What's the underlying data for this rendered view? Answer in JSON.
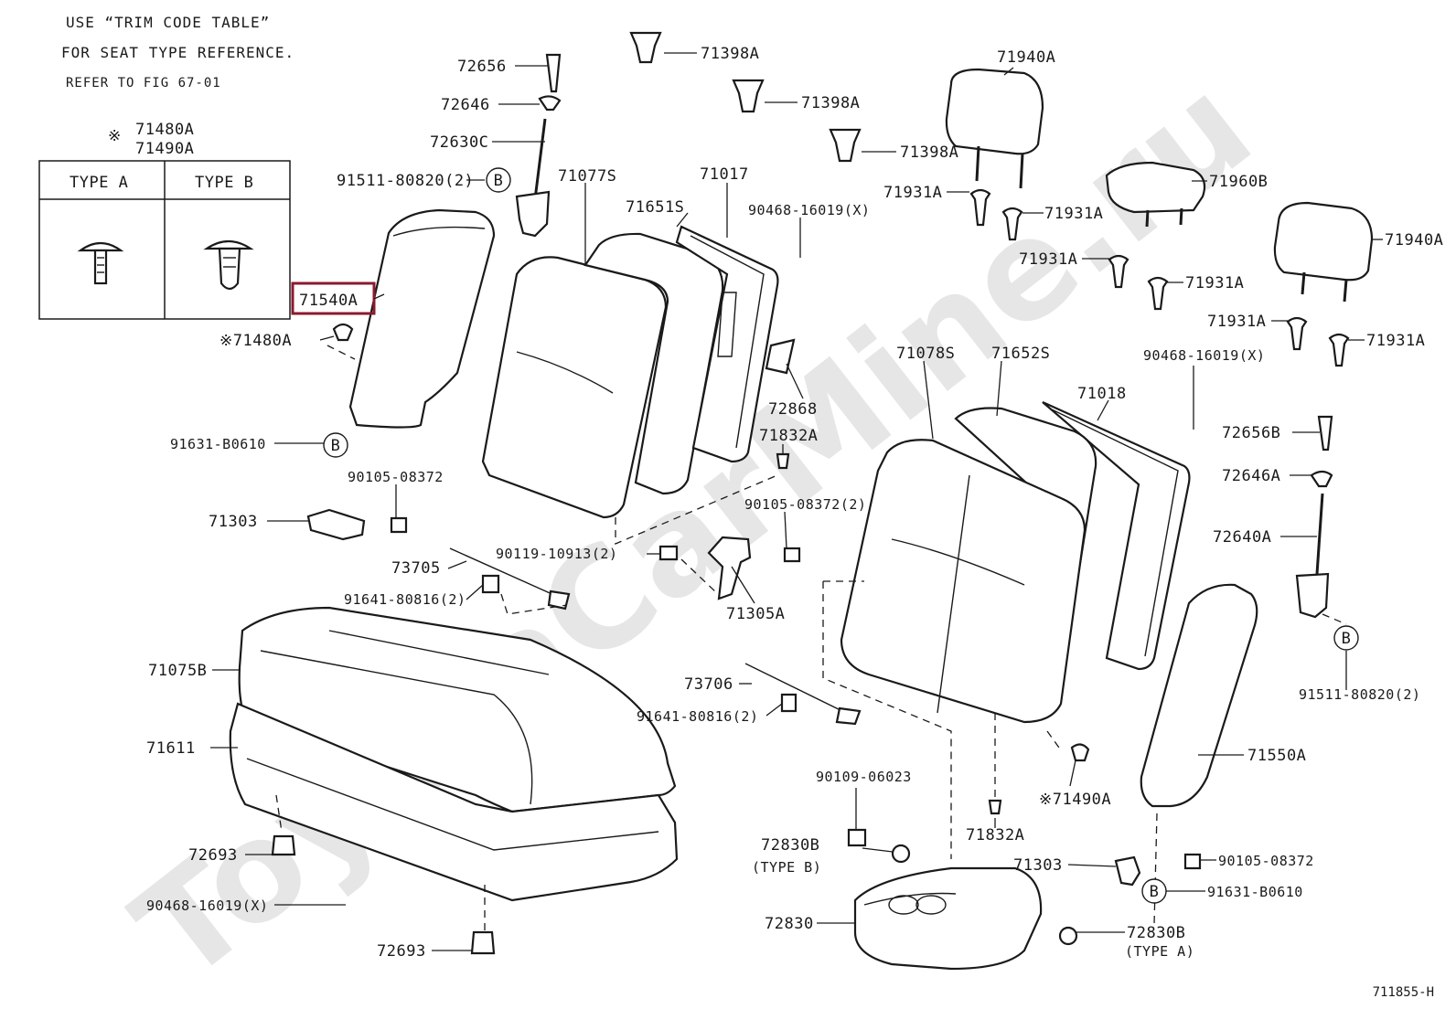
{
  "notes": {
    "line1": "USE “TRIM CODE TABLE”",
    "line2": "FOR SEAT TYPE REFERENCE.",
    "line3": "REFER TO FIG 67-01"
  },
  "clip_table": {
    "ref_mark": "※",
    "part_a": "71480A",
    "part_b": "71490A",
    "type_a": "TYPE A",
    "type_b": "TYPE B"
  },
  "watermark": "ToyotaCarMine.ru",
  "diagram_id": "711855-H",
  "highlighted_part": "71540A",
  "circle_ref": "B",
  "labels": {
    "p72656": "72656",
    "p71398a_1": "71398A",
    "p71398a_2": "71398A",
    "p71398a_3": "71398A",
    "p71940a_1": "71940A",
    "p72646": "72646",
    "p72630c": "72630C",
    "p91511_l": "91511-80820(2)",
    "p71077s": "71077S",
    "p71017": "71017",
    "p71651s": "71651S",
    "p90468_1": "90468-16019(X)",
    "p71931a_1": "71931A",
    "p71931a_2": "71931A",
    "p71960b": "71960B",
    "p71940a_2": "71940A",
    "p71931a_3": "71931A",
    "p71931a_4": "71931A",
    "p71931a_5": "71931A",
    "p71931a_6": "71931A",
    "p71540a": "71540A",
    "p71480a": "※71480A",
    "p71078s": "71078S",
    "p71652s": "71652S",
    "p90468_2": "90468-16019(X)",
    "p71018": "71018",
    "p72868": "72868",
    "p71832a_1": "71832A",
    "p72656b": "72656B",
    "p91631_l": "91631-B0610",
    "p72646a": "72646A",
    "p90105_1": "90105-08372",
    "p90105_2": "90105-08372(2)",
    "p71303_l": "71303",
    "p72640a": "72640A",
    "p73705": "73705",
    "p90119": "90119-10913(2)",
    "p91641_1": "91641-80816(2)",
    "p71305a": "71305A",
    "p71075b": "71075B",
    "p73706": "73706",
    "p91641_2": "91641-80816(2)",
    "p91511_r": "91511-80820(2)",
    "p71611": "71611",
    "p71550a": "71550A",
    "p90109": "90109-06023",
    "p71490a": "※71490A",
    "p72693_1": "72693",
    "p72830b_1": "72830B",
    "p72830b_1t": "(TYPE B)",
    "p71832a_2": "71832A",
    "p71303_r": "71303",
    "p90105_3": "90105-08372",
    "p90468_3": "90468-16019(X)",
    "p91631_r": "91631-B0610",
    "p72830": "72830",
    "p72830b_2": "72830B",
    "p72830b_2t": "(TYPE A)",
    "p72693_2": "72693"
  }
}
